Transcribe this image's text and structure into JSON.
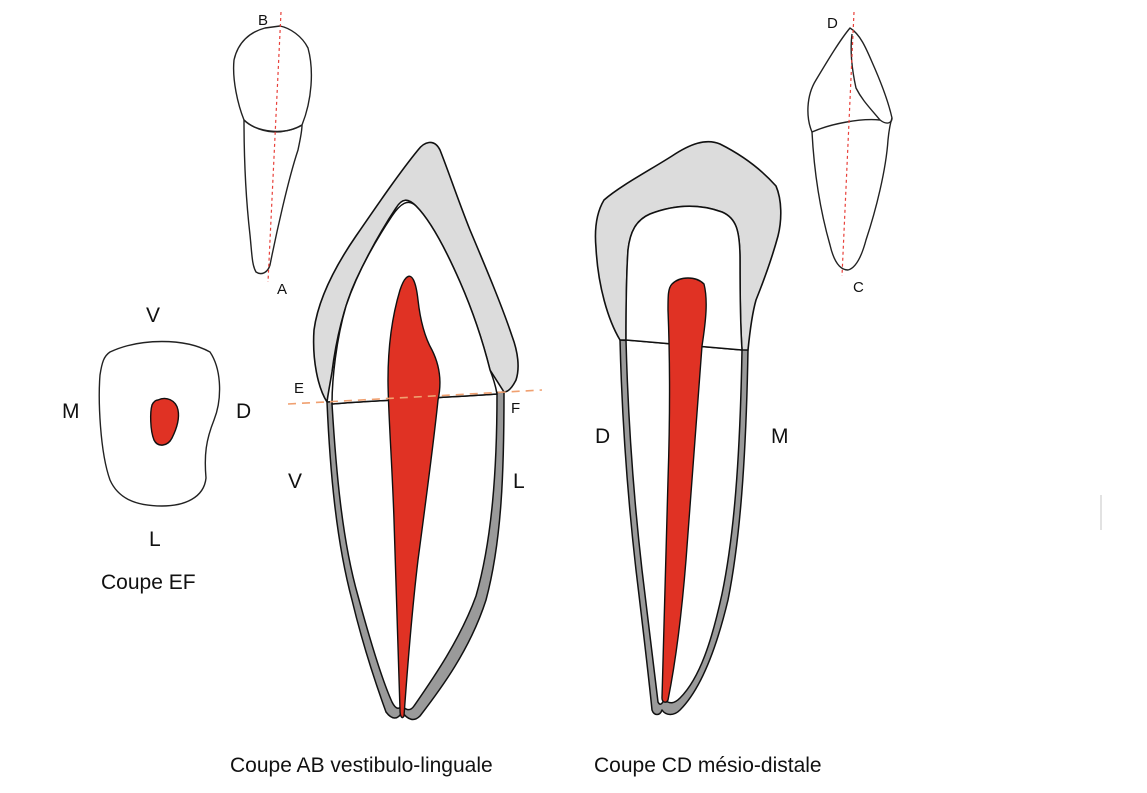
{
  "points": {
    "a": "A",
    "b": "B",
    "c": "C",
    "d": "D",
    "e": "E",
    "f": "F"
  },
  "section_ef": {
    "top": "V",
    "left": "M",
    "right": "D",
    "bottom": "L",
    "caption": "Coupe EF"
  },
  "section_ab": {
    "left": "V",
    "right": "L",
    "caption": "Coupe AB vestibulo-linguale"
  },
  "section_cd": {
    "left": "D",
    "right": "M",
    "caption": "Coupe CD mésio-distale"
  },
  "colors": {
    "pulp": "#e03224",
    "enamel": "#dcdcdc",
    "cementum": "#9a9a9a",
    "section_line": "#e8403a",
    "cut_line": "#f0a070"
  }
}
